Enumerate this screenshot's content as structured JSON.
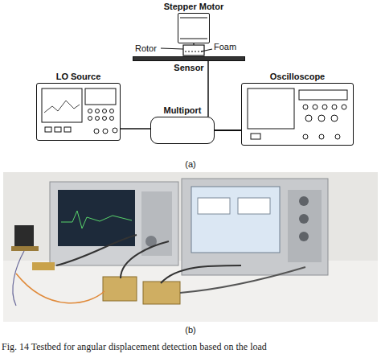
{
  "diagram": {
    "caption": "Fig. 14 Testbed for angular displacement detection based on the load",
    "nodes": [
      {
        "text": [
          "Stepper Motor"
        ]
      },
      {
        "text": [
          "Sensor"
        ]
      },
      {
        "text": [
          "LO Source"
        ]
      },
      {
        "text": [
          "Multiport"
        ]
      },
      {
        "text": [
          "Oscilloscope"
        ]
      }
    ],
    "edges": [
      {
        "from": 1,
        "to": 3,
        "arrow": "none"
      },
      {
        "from": 2,
        "to": 3,
        "arrow": "none"
      },
      {
        "from": 3,
        "to": 4,
        "arrow": "none"
      },
      {
        "from": 3,
        "to": 4,
        "arrow": "none"
      },
      {
        "from": 3,
        "to": 4,
        "arrow": "none"
      },
      {
        "from": 3,
        "to": 4,
        "arrow": "none"
      }
    ],
    "labels": [
      "Rotor",
      "Foam",
      "(a)",
      "(b)"
    ]
  }
}
